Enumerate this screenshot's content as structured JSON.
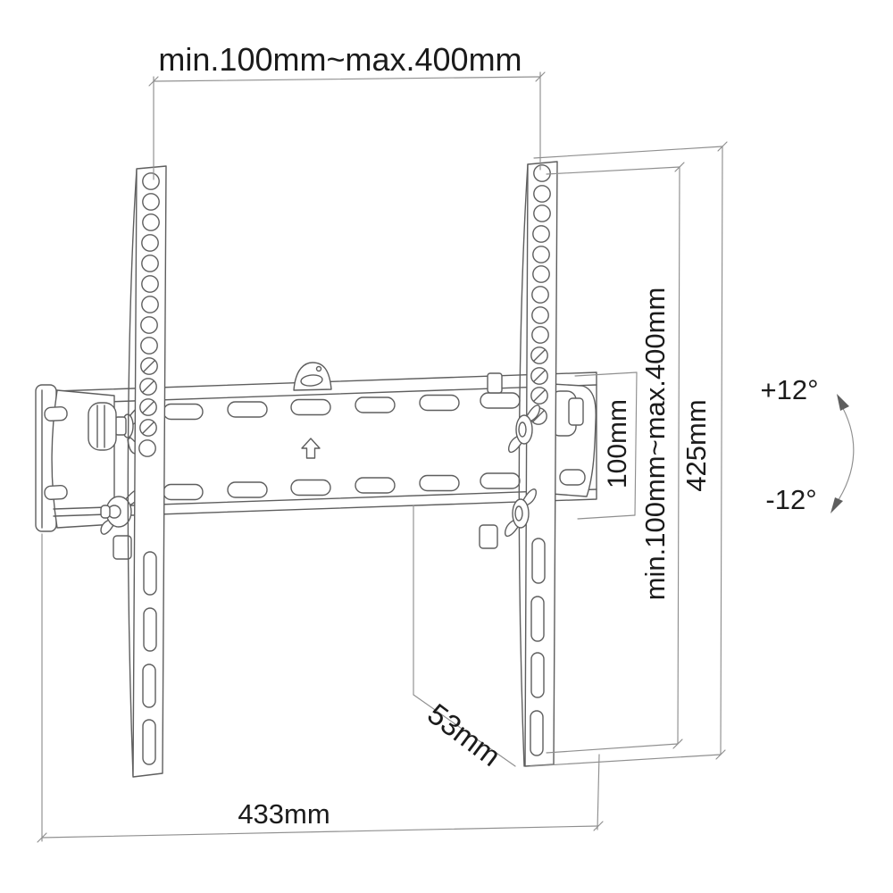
{
  "diagram": {
    "kind": "technical line drawing, tilting TV wall-mount bracket, dimensioned",
    "colors": {
      "background": "#ffffff",
      "drawing_line": "#5e5e5e",
      "dimension_line": "#8f8f8f",
      "label_text": "#1b1b1b"
    },
    "labels": {
      "top_span": "min.100mm~max.400mm",
      "right_inner_span": "min.100mm~max.400mm",
      "right_outer_height": "425mm",
      "plate_height": "100mm",
      "tilt_up": "+12°",
      "tilt_down": "-12°",
      "depth": "53mm",
      "bottom_width": "433mm"
    }
  }
}
